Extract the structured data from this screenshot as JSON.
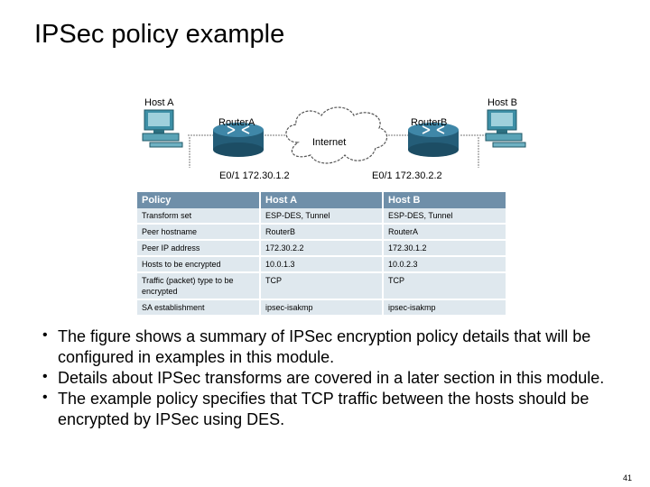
{
  "title": "IPSec policy example",
  "diagram": {
    "host_a": "Host A",
    "host_b": "Host B",
    "router_a": "RouterA",
    "router_b": "RouterB",
    "cloud": "Internet",
    "iface_a": "E0/1 172.30.1.2",
    "iface_b": "E0/1 172.30.2.2"
  },
  "table": {
    "headers": [
      "Policy",
      "Host A",
      "Host B"
    ],
    "rows": [
      [
        "Transform set",
        "ESP-DES, Tunnel",
        "ESP-DES, Tunnel"
      ],
      [
        "Peer hostname",
        "RouterB",
        "RouterA"
      ],
      [
        "Peer IP address",
        "172.30.2.2",
        "172.30.1.2"
      ],
      [
        "Hosts to be encrypted",
        "10.0.1.3",
        "10.0.2.3"
      ],
      [
        "Traffic (packet) type to be encrypted",
        "TCP",
        "TCP"
      ],
      [
        "SA establishment",
        "ipsec-isakmp",
        "ipsec-isakmp"
      ]
    ]
  },
  "bullets": [
    "The figure shows a summary of IPSec encryption policy details that will be configured in examples in this module.",
    "Details about IPSec transforms are covered in a later section in this module.",
    "The example policy specifies that TCP traffic between the hosts should be encrypted by IPSec using DES."
  ],
  "page_number": "41",
  "colors": {
    "table_header": "#6f8fa9",
    "table_cell": "#dfe8ee",
    "router": "#2f6f8f",
    "computer": "#3d8fa6"
  },
  "icons": [
    "computer-icon",
    "router-icon",
    "cloud-icon"
  ]
}
